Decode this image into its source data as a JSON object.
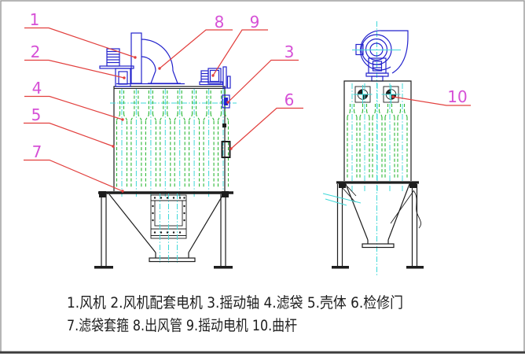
{
  "drawing": {
    "type": "engineering-drawing",
    "subject": "bag filter dust collector, front view and side view"
  },
  "colors": {
    "bg": "#ffffff",
    "ink": "#1d1d1d",
    "blue": "#2323cc",
    "green": "#2db837",
    "cyan": "#3fd8d8",
    "red": "#e2403e",
    "magenta": "#d650d6",
    "frame": "#989898",
    "frame_bottom": "#3c3c3c"
  },
  "callouts": [
    {
      "number": "1",
      "part": "风机"
    },
    {
      "number": "2",
      "part": "风机配套电机"
    },
    {
      "number": "3",
      "part": "摇动轴"
    },
    {
      "number": "4",
      "part": "滤袋"
    },
    {
      "number": "5",
      "part": "壳体"
    },
    {
      "number": "6",
      "part": "检修门"
    },
    {
      "number": "7",
      "part": "滤袋套箍"
    },
    {
      "number": "8",
      "part": "出风管"
    },
    {
      "number": "9",
      "part": "摇动电机"
    },
    {
      "number": "10",
      "part": "曲杆"
    }
  ],
  "legend": {
    "line1": "1.风机 2.风机配套电机 3.摇动轴 4.滤袋 5.壳体 6.检修门",
    "line2": "7.滤袋套箍 8.出风管 9.摇动电机 10.曲杆"
  }
}
